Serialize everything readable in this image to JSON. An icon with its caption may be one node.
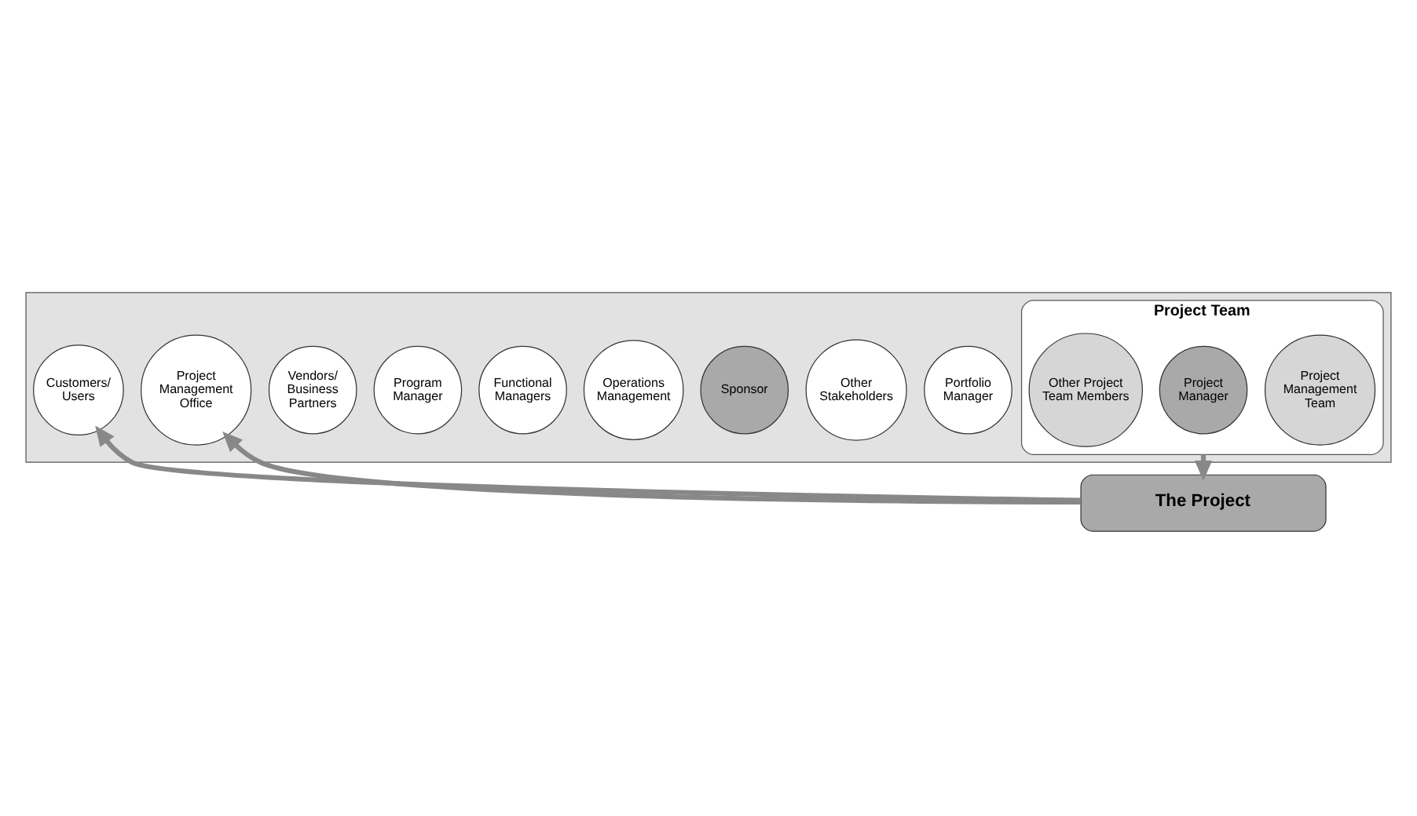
{
  "diagram": {
    "nodes": [
      {
        "text": [],
        "shape": "box"
      },
      {
        "text": [
          "Portfolio Manager"
        ],
        "in": 0
      },
      {
        "text": [
          "Other Stakeholders"
        ],
        "in": 0
      },
      {
        "text": [
          "Sponsor"
        ],
        "in": 0
      },
      {
        "text": [
          "Operations Management"
        ],
        "in": 0
      },
      {
        "text": [
          "Functional Managers"
        ],
        "in": 0
      },
      {
        "text": [
          "Project Team"
        ],
        "in": 0
      },
      {
        "text": [
          "Project Management Team"
        ],
        "in": 6
      },
      {
        "text": [
          "Project Manager"
        ],
        "in": 6
      },
      {
        "text": [
          "Other Project Team Members"
        ],
        "in": 6
      },
      {
        "text": [
          "Program Manager"
        ],
        "in": 0
      },
      {
        "text": [
          "Vendors/ Business Partners"
        ],
        "in": 0
      },
      {
        "text": [
          "Project Management Office"
        ],
        "in": 0
      },
      {
        "text": [
          "Customers/ Users"
        ],
        "in": 0
      },
      {
        "text": [
          "The Project"
        ]
      }
    ],
    "edges": [
      {
        "from": 6,
        "to": 14,
        "arrow": "to"
      },
      {
        "from": 14,
        "to": 12,
        "arrow": "to"
      },
      {
        "from": 14,
        "to": 13,
        "arrow": "to"
      }
    ]
  }
}
